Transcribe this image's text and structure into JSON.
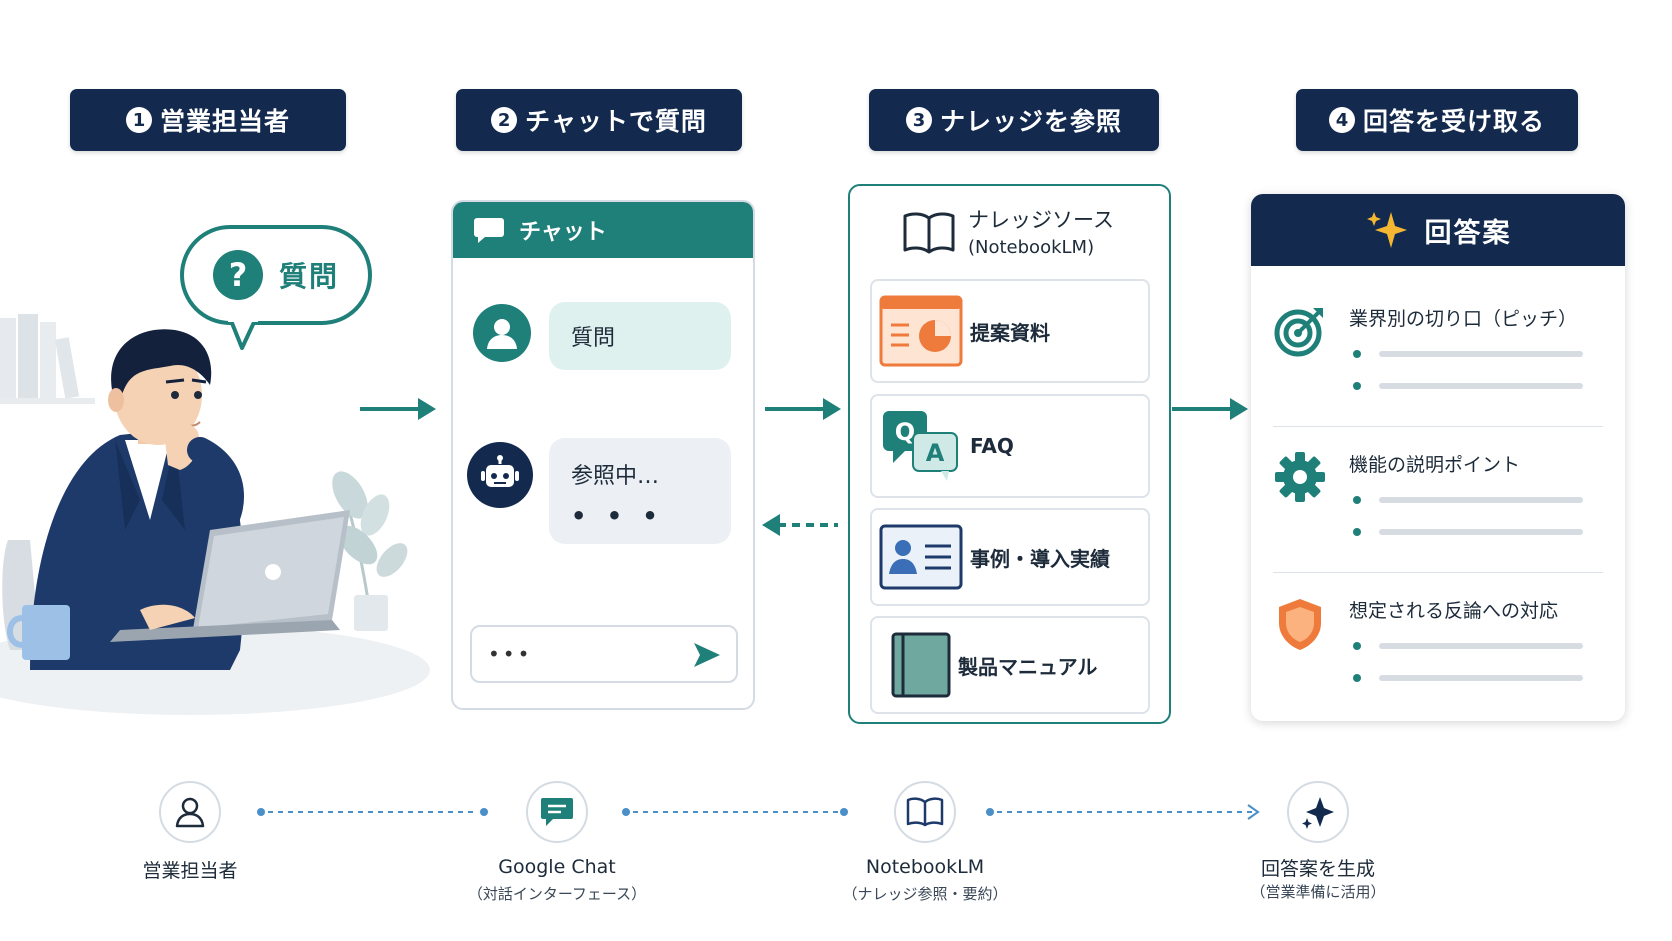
{
  "steps": [
    {
      "num": "1",
      "label": "営業担当者"
    },
    {
      "num": "2",
      "label": "チャットで質問"
    },
    {
      "num": "3",
      "label": "ナレッジを参照"
    },
    {
      "num": "4",
      "label": "回答を受け取る"
    }
  ],
  "bubble": {
    "icon": "?",
    "label": "質問"
  },
  "chat": {
    "title": "チャット",
    "user_message": "質問",
    "bot_message": "参照中…",
    "bot_dots": "• • •",
    "input_text": "•••"
  },
  "knowledge": {
    "title": "ナレッジソース",
    "subtitle": "(NotebookLM)",
    "items": [
      {
        "label": "提案資料",
        "icon": "presentation-icon"
      },
      {
        "label": "FAQ",
        "icon": "qa-icon"
      },
      {
        "label": "事例・導入実績",
        "icon": "profile-card-icon"
      },
      {
        "label": "製品マニュアル",
        "icon": "manual-book-icon"
      }
    ],
    "faq_q": "Q",
    "faq_a": "A"
  },
  "answer": {
    "title": "回答案",
    "sections": [
      {
        "title": "業界別の切り口（ピッチ）",
        "icon": "target-icon"
      },
      {
        "title": "機能の説明ポイント",
        "icon": "gear-icon"
      },
      {
        "title": "想定される反論への対応",
        "icon": "shield-icon"
      }
    ]
  },
  "flow": [
    {
      "label": "営業担当者",
      "sub": "",
      "icon": "person-icon"
    },
    {
      "label": "Google Chat",
      "sub": "（対話インターフェース）",
      "icon": "chat-icon"
    },
    {
      "label": "NotebookLM",
      "sub": "（ナレッジ参照・要約）",
      "icon": "book-icon"
    },
    {
      "label": "回答案を生成",
      "sub": "（営業準備に活用）",
      "icon": "sparkle-icon"
    }
  ],
  "colors": {
    "navy": "#132a4e",
    "teal": "#1f7f79",
    "orange": "#ee7a3b"
  }
}
